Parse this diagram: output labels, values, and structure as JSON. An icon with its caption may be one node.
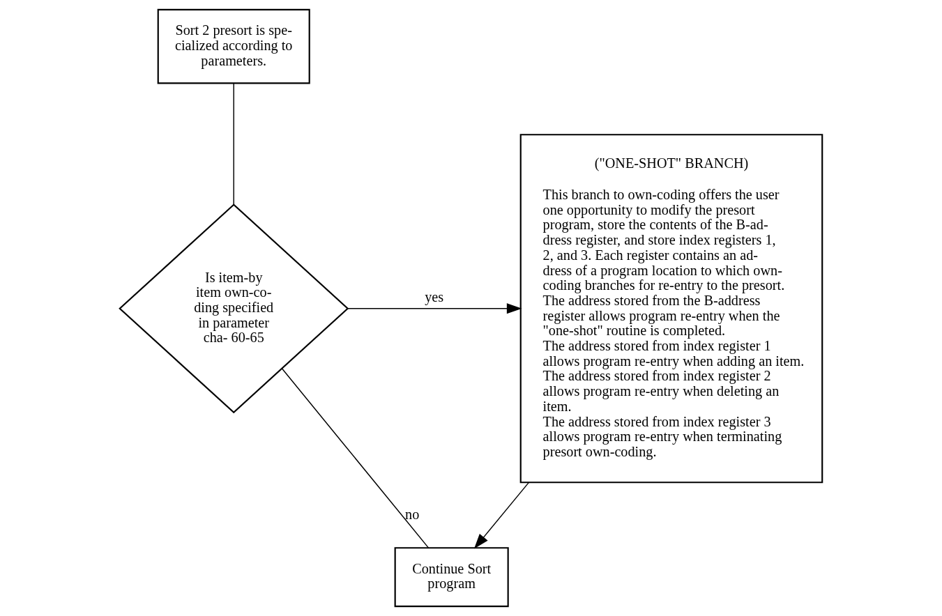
{
  "diagram": {
    "nodes": [
      {
        "text": [
          "Sort 2 presort is spe- cialized according to parameters."
        ]
      },
      {
        "text": [
          "Is item-by item own-co- ding specified in parameter cha- 60-65"
        ]
      },
      {
        "text": [
          "(\"ONE-SHOT\" BRANCH)",
          "This branch to own-coding offers the user one opportunity to modify the presort program, store the contents of the B-ad- dress register, and store index registers 1, 2, and 3. Each register contains an ad- dress of a program location to which own- coding branches for re-entry to the presort.",
          "The address stored from the B-address register allows program re-entry when the \"one-shot\" routine is completed.",
          "The address stored from index register 1 allows program re-entry when adding an item.",
          "The address stored from index register 2 allows program re-entry when deleting an item.",
          "The address stored from index register 3 allows program re-entry when terminating presort own-coding."
        ]
      },
      {
        "text": [
          "Continue Sort program"
        ]
      }
    ],
    "edges": [
      {
        "from": 0,
        "to": 1,
        "arrow": "none"
      },
      {
        "from": 1,
        "to": 2,
        "arrow": "to",
        "label": "yes"
      },
      {
        "from": 1,
        "to": 3,
        "arrow": "none",
        "label": "no"
      },
      {
        "from": 2,
        "to": 3,
        "arrow": "to"
      }
    ]
  }
}
